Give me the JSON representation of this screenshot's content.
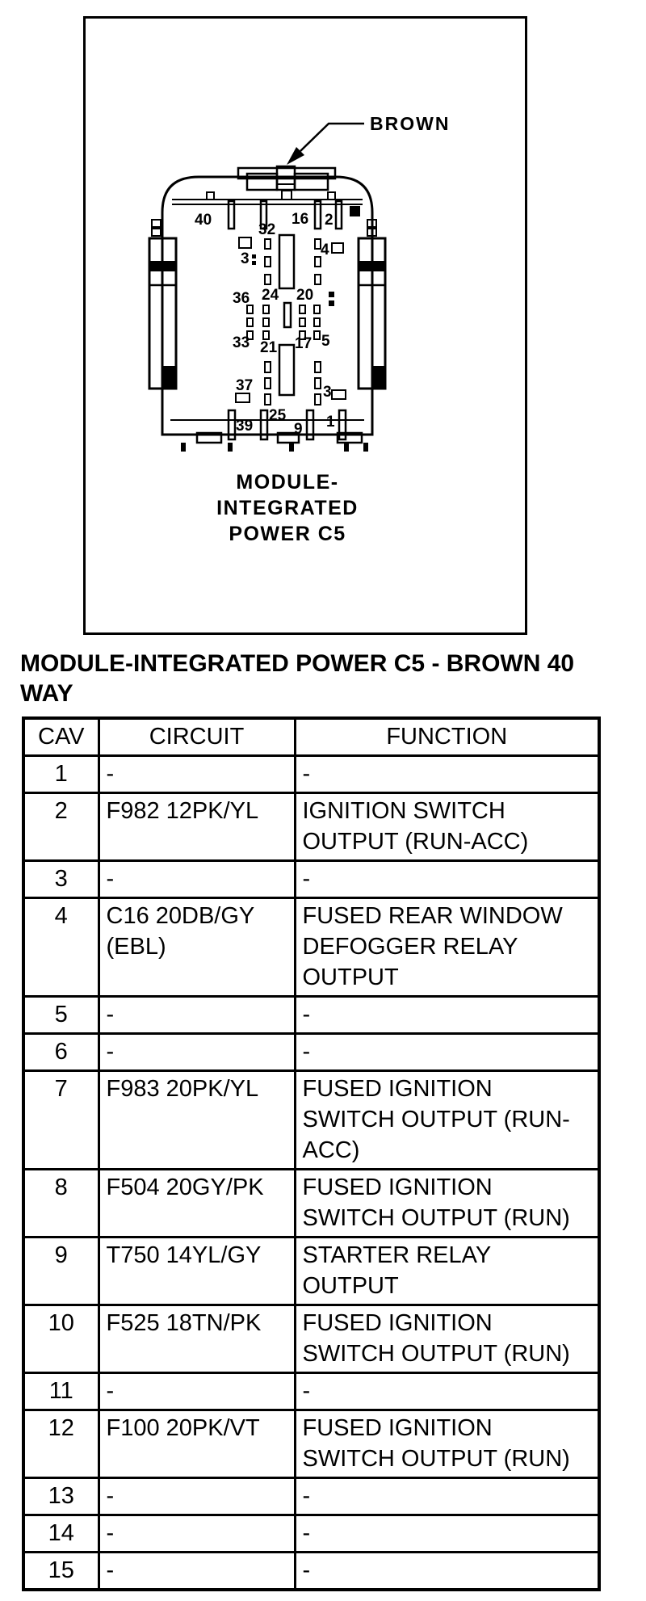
{
  "colors": {
    "ink": "#000000",
    "paper": "#ffffff"
  },
  "diagram": {
    "connector_color_label": "BROWN",
    "caption_lines": [
      "MODULE-",
      "INTEGRATED",
      "POWER C5"
    ],
    "pin_labels": [
      "40",
      "32",
      "16",
      "2",
      "3",
      "4",
      "36",
      "24",
      "20",
      "33",
      "21",
      "17",
      "5",
      "37",
      "25",
      "3",
      "39",
      "9",
      "1"
    ]
  },
  "heading": {
    "title": "MODULE-INTEGRATED POWER C5 - BROWN 40 WAY"
  },
  "table": {
    "headers": [
      "CAV",
      "CIRCUIT",
      "FUNCTION"
    ],
    "rows": [
      {
        "cav": "1",
        "circuit": "-",
        "function": "-"
      },
      {
        "cav": "2",
        "circuit": "F982 12PK/YL",
        "function": "IGNITION SWITCH OUTPUT (RUN-ACC)"
      },
      {
        "cav": "3",
        "circuit": "-",
        "function": "-"
      },
      {
        "cav": "4",
        "circuit": "C16 20DB/GY (EBL)",
        "function": "FUSED REAR WINDOW DEFOGGER RELAY OUTPUT"
      },
      {
        "cav": "5",
        "circuit": "-",
        "function": "-"
      },
      {
        "cav": "6",
        "circuit": "-",
        "function": "-"
      },
      {
        "cav": "7",
        "circuit": "F983 20PK/YL",
        "function": "FUSED IGNITION SWITCH OUTPUT (RUN-ACC)"
      },
      {
        "cav": "8",
        "circuit": "F504 20GY/PK",
        "function": "FUSED IGNITION SWITCH OUTPUT (RUN)"
      },
      {
        "cav": "9",
        "circuit": "T750 14YL/GY",
        "function": "STARTER RELAY OUTPUT"
      },
      {
        "cav": "10",
        "circuit": "F525 18TN/PK",
        "function": "FUSED IGNITION SWITCH OUTPUT (RUN)"
      },
      {
        "cav": "11",
        "circuit": "-",
        "function": "-"
      },
      {
        "cav": "12",
        "circuit": "F100 20PK/VT",
        "function": "FUSED IGNITION SWITCH OUTPUT (RUN)"
      },
      {
        "cav": "13",
        "circuit": "-",
        "function": "-"
      },
      {
        "cav": "14",
        "circuit": "-",
        "function": "-"
      },
      {
        "cav": "15",
        "circuit": "-",
        "function": "-"
      }
    ]
  }
}
